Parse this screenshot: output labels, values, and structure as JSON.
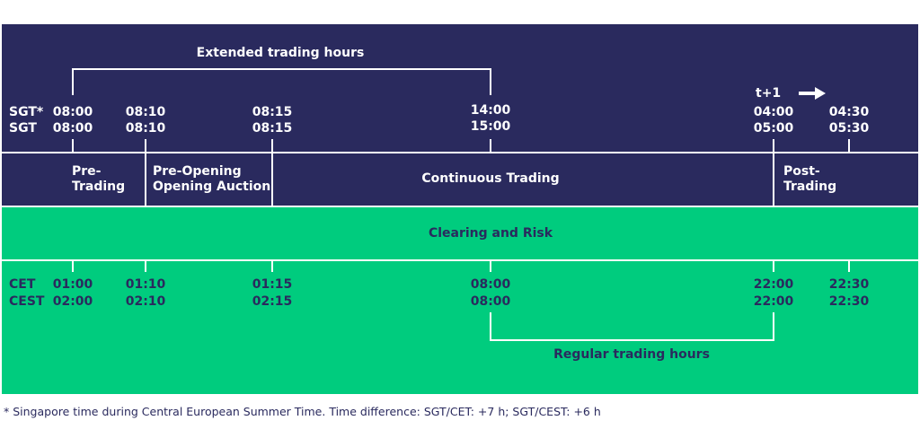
{
  "colors": {
    "navy": "#2a2a5e",
    "green": "#00cc7e",
    "white": "#ffffff"
  },
  "extended_label": "Extended trading hours",
  "regular_label": "Regular trading hours",
  "next_day": {
    "label": "t+1",
    "icon": "right-arrow-icon"
  },
  "tz_top": [
    "SGT*",
    "SGT"
  ],
  "times_top": [
    {
      "row1": "08:00",
      "row2": "08:00"
    },
    {
      "row1": "08:10",
      "row2": "08:10"
    },
    {
      "row1": "08:15",
      "row2": "08:15"
    },
    {
      "row1": "14:00",
      "row2": "15:00"
    },
    {
      "row1": "04:00",
      "row2": "05:00"
    },
    {
      "row1": "04:30",
      "row2": "05:30"
    }
  ],
  "phases": [
    {
      "line1": "Pre-",
      "line2": "Trading"
    },
    {
      "line1": "Pre-Opening",
      "line2": "Opening Auction"
    },
    {
      "line1": "Continuous Trading"
    },
    {
      "line1": "Post-",
      "line2": "Trading"
    }
  ],
  "clearing_label": "Clearing and Risk",
  "tz_bottom": [
    "CET",
    "CEST"
  ],
  "times_bottom": [
    {
      "row1": "01:00",
      "row2": "02:00"
    },
    {
      "row1": "01:10",
      "row2": "02:10"
    },
    {
      "row1": "01:15",
      "row2": "02:15"
    },
    {
      "row1": "08:00",
      "row2": "08:00"
    },
    {
      "row1": "22:00",
      "row2": "22:00"
    },
    {
      "row1": "22:30",
      "row2": "22:30"
    }
  ],
  "footnote": "* Singapore time during Central European Summer Time. Time difference: SGT/CET: +7 h; SGT/CEST: +6 h"
}
